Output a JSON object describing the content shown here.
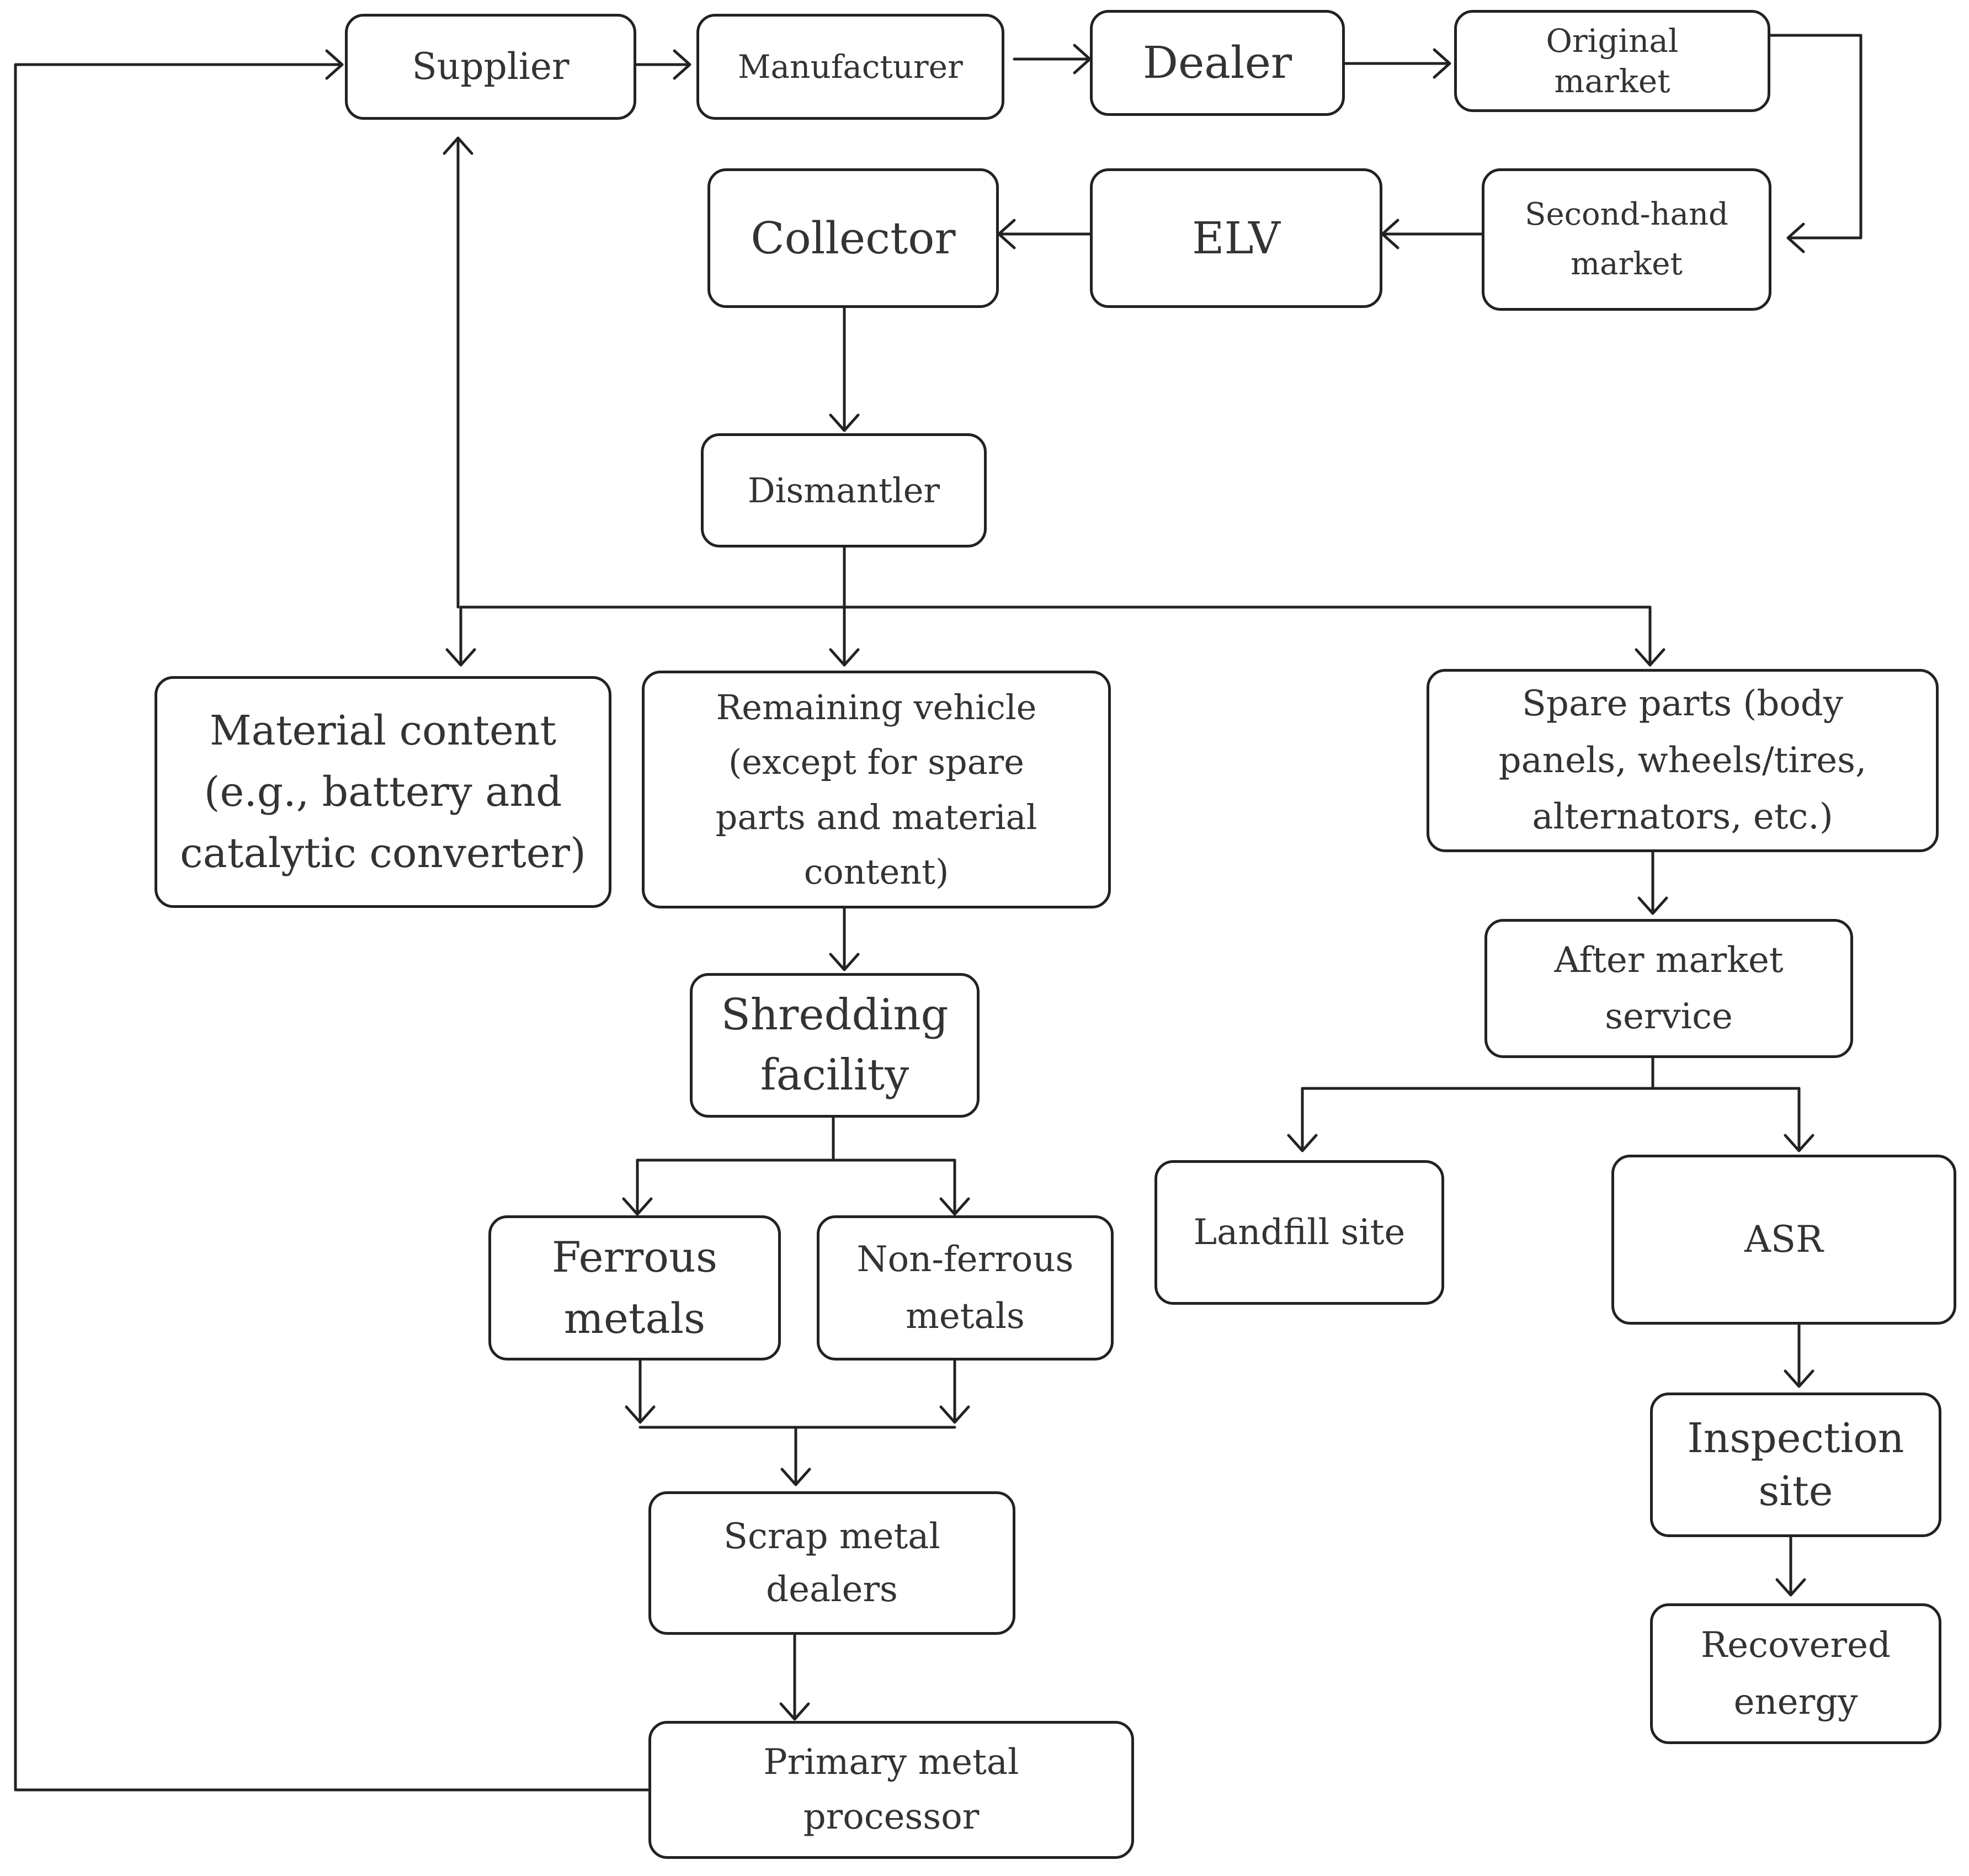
{
  "nodes": {
    "supplier": "Supplier",
    "manufacturer": "Manufacturer",
    "dealer": "Dealer",
    "original_market": "Original\nmarket",
    "second_hand_market": "Second-hand\nmarket",
    "elv": "ELV",
    "collector": "Collector",
    "dismantler": "Dismantler",
    "material_content": "Material content\n(e.g., battery and\ncatalytic converter)",
    "remaining_vehicle": "Remaining  vehicle\n(except for spare\nparts and material\ncontent)",
    "spare_parts": "Spare parts (body\npanels, wheels/tires,\nalternators, etc.)",
    "after_market_service": "After market\nservice",
    "shredding_facility": "Shredding\nfacility",
    "landfill_site": "Landfill site",
    "asr": "ASR",
    "ferrous_metals": "Ferrous\nmetals",
    "non_ferrous_metals": "Non-ferrous\nmetals",
    "inspection_site": "Inspection\nsite",
    "recovered_energy": "Recovered\nenergy",
    "scrap_metal_dealers": "Scrap metal\ndealers",
    "primary_metal_processor": "Primary metal\nprocessor"
  },
  "edges": [
    {
      "from": "supplier",
      "to": "manufacturer"
    },
    {
      "from": "manufacturer",
      "to": "dealer"
    },
    {
      "from": "dealer",
      "to": "original_market"
    },
    {
      "from": "original_market",
      "to": "second_hand_market"
    },
    {
      "from": "second_hand_market",
      "to": "elv"
    },
    {
      "from": "elv",
      "to": "collector"
    },
    {
      "from": "collector",
      "to": "dismantler"
    },
    {
      "from": "dismantler",
      "to": "material_content"
    },
    {
      "from": "dismantler",
      "to": "remaining_vehicle"
    },
    {
      "from": "dismantler",
      "to": "spare_parts"
    },
    {
      "from": "dismantler",
      "to": "supplier"
    },
    {
      "from": "remaining_vehicle",
      "to": "shredding_facility"
    },
    {
      "from": "shredding_facility",
      "to": "ferrous_metals"
    },
    {
      "from": "shredding_facility",
      "to": "non_ferrous_metals"
    },
    {
      "from": "ferrous_metals",
      "to": "scrap_metal_dealers"
    },
    {
      "from": "non_ferrous_metals",
      "to": "scrap_metal_dealers"
    },
    {
      "from": "scrap_metal_dealers",
      "to": "primary_metal_processor"
    },
    {
      "from": "primary_metal_processor",
      "to": "supplier"
    },
    {
      "from": "spare_parts",
      "to": "after_market_service"
    },
    {
      "from": "after_market_service",
      "to": "landfill_site"
    },
    {
      "from": "after_market_service",
      "to": "asr"
    },
    {
      "from": "asr",
      "to": "inspection_site"
    },
    {
      "from": "inspection_site",
      "to": "recovered_energy"
    }
  ]
}
